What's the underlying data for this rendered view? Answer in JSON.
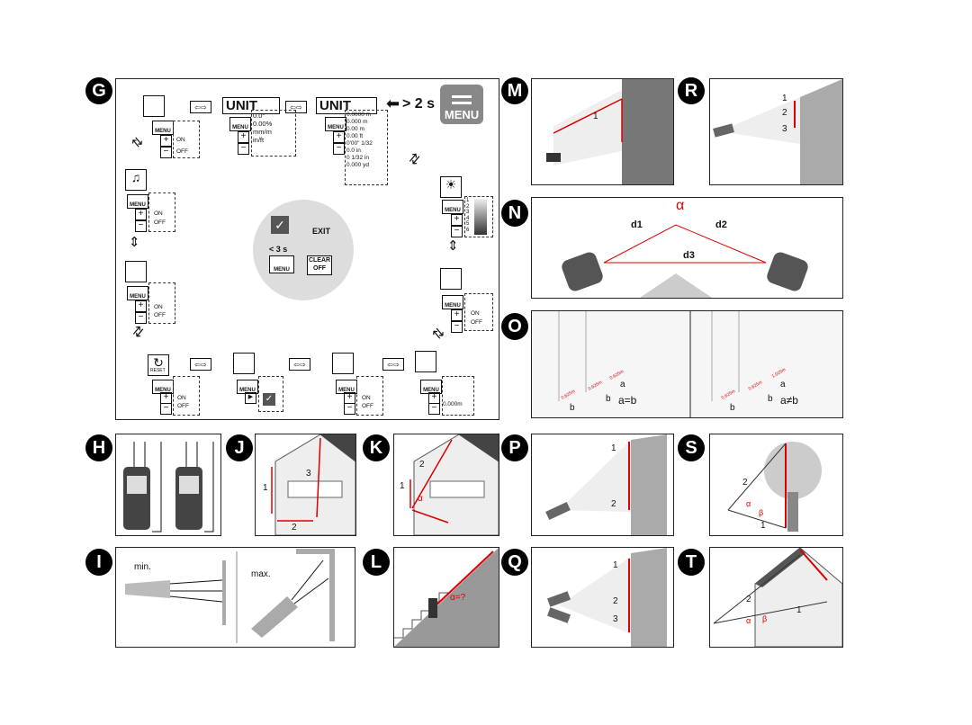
{
  "panels": {
    "G": "G",
    "H": "H",
    "I": "I",
    "J": "J",
    "K": "K",
    "L": "L",
    "M": "M",
    "N": "N",
    "O": "O",
    "P": "P",
    "Q": "Q",
    "R": "R",
    "S": "S",
    "T": "T"
  },
  "g": {
    "unit1": "UNIT",
    "unit2": "UNIT",
    "long_press": "> 2 s",
    "menu_big": "MENU",
    "menu_key": "MENU",
    "units1": [
      "0.0°",
      "0.00%",
      "mm/m",
      "in/ft"
    ],
    "units2": [
      "0.0000 m",
      "0.000 m",
      "0.00 m",
      "0.00 ft",
      "0'00\" 1/32",
      "0.0 in",
      "0 1/32 in",
      "0.000 yd"
    ],
    "on": "ON",
    "off": "OFF",
    "levels": [
      "1",
      "2",
      "3",
      "4",
      "5",
      "6"
    ],
    "exit": "EXIT",
    "hold": "< 3 s",
    "clear": "CLEAR",
    "clear_off": "OFF",
    "reset": "RESET",
    "offset_value": "0.000m",
    "check": "✓"
  },
  "i": {
    "min": "min.",
    "max": "max."
  },
  "j": {
    "l1": "1",
    "l2": "2",
    "l3": "3"
  },
  "k": {
    "l1": "1",
    "l2": "2",
    "alpha": "α"
  },
  "l": {
    "angle_q": "α=?"
  },
  "m": {
    "l1": "1"
  },
  "n": {
    "alpha": "α",
    "d1": "d1",
    "d2": "d2",
    "d3": "d3"
  },
  "o": {
    "eq": "a=b",
    "neq": "a≠b",
    "a": "a",
    "b": "b",
    "left_vals": [
      "0.625m",
      "0.625m",
      "0.625m"
    ],
    "right_vals": [
      "0.625m",
      "0.625m",
      "1.025m"
    ]
  },
  "p": {
    "l1": "1",
    "l2": "2"
  },
  "q": {
    "l1": "1",
    "l2": "2",
    "l3": "3"
  },
  "r": {
    "l1": "1",
    "l2": "2",
    "l3": "3"
  },
  "s": {
    "l1": "1",
    "l2": "2",
    "alpha": "α",
    "beta": "β"
  },
  "t": {
    "l1": "1",
    "l2": "2",
    "alpha": "α",
    "beta": "β"
  }
}
